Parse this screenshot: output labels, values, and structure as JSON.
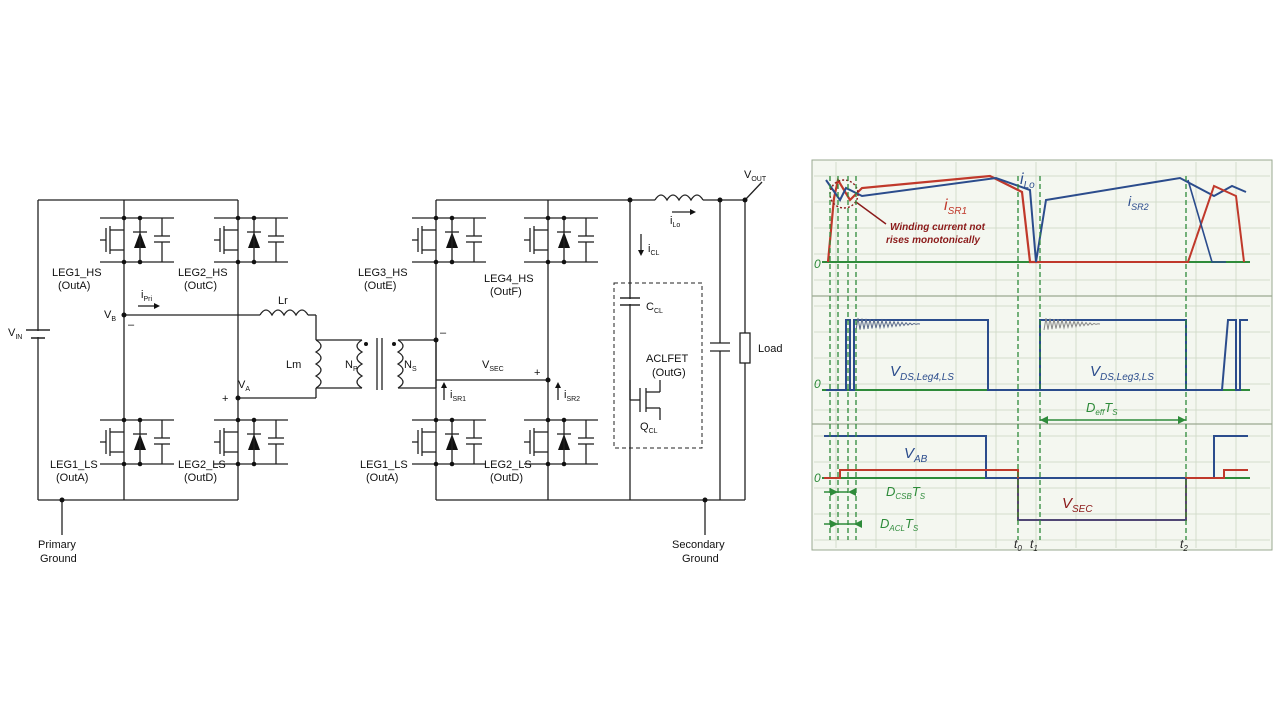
{
  "circuit": {
    "labels": {
      "vin": "V",
      "vin_sub": "IN",
      "vb": "V",
      "vb_sub": "B",
      "va": "V",
      "va_sub": "A",
      "ipri": "i",
      "ipri_sub": "Pri",
      "lr": "Lr",
      "lm": "Lm",
      "np": "N",
      "np_sub": "P",
      "ns": "N",
      "ns_sub": "S",
      "vsec": "V",
      "vsec_sub": "SEC",
      "isr1": "i",
      "isr1_sub": "SR1",
      "isr2": "i",
      "isr2_sub": "SR2",
      "ilo": "i",
      "ilo_sub": "Lo",
      "icl": "i",
      "icl_sub": "CL",
      "ccl": "C",
      "ccl_sub": "CL",
      "aclfet": "ACLFET",
      "outg": "(OutG)",
      "qcl": "Q",
      "qcl_sub": "CL",
      "vout": "V",
      "vout_sub": "OUT",
      "load": "Load",
      "primary_ground_1": "Primary",
      "primary_ground_2": "Ground",
      "secondary_ground_1": "Secondary",
      "secondary_ground_2": "Ground",
      "minus1": "–",
      "plus1": "+",
      "plus2": "+",
      "minus2": "–"
    },
    "switches": [
      {
        "name": "LEG1_HS",
        "out": "(OutA)"
      },
      {
        "name": "LEG2_HS",
        "out": "(OutC)"
      },
      {
        "name": "LEG1_LS",
        "out": "(OutA)"
      },
      {
        "name": "LEG2_LS",
        "out": "(OutD)"
      },
      {
        "name": "LEG3_HS",
        "out": "(OutE)"
      },
      {
        "name": "LEG4_HS",
        "out": "(OutF)"
      },
      {
        "name": "LEG1_LS",
        "out": "(OutA)"
      },
      {
        "name": "LEG2_LS",
        "out": "(OutD)"
      }
    ]
  },
  "waveforms": {
    "colors": {
      "green": "#2e8b3a",
      "blue": "#2b4c8c",
      "red": "#c0392b",
      "darkred": "#8b1a1a",
      "bg": "#f4f7f0",
      "grid": "#c8d2c0"
    },
    "isr1": "i",
    "isr1_sub": "SR1",
    "ilo": "i",
    "ilo_sub": "Lo",
    "isr2": "i",
    "isr2_sub": "SR2",
    "note_1": "Winding current not",
    "note_2": "rises monotonically",
    "zero": "0",
    "vds4": "V",
    "vds4_sub": "DS,Leg4,LS",
    "vds3": "V",
    "vds3_sub": "DS,Leg3,LS",
    "deff": "D",
    "deff_sub": "eff",
    "deff_ts": "T",
    "deff_ts_sub": "S",
    "vab": "V",
    "vab_sub": "AB",
    "vsec": "V",
    "vsec_sub": "SEC",
    "dcsb": "D",
    "dcsb_sub": "CSB",
    "dcsb_ts": "T",
    "dcsb_ts_sub": "S",
    "dacl": "D",
    "dacl_sub": "ACL",
    "dacl_ts": "T",
    "dacl_ts_sub": "S",
    "t0": "t",
    "t0_sub": "0",
    "t1": "t",
    "t1_sub": "1",
    "t2": "t",
    "t2_sub": "2"
  }
}
